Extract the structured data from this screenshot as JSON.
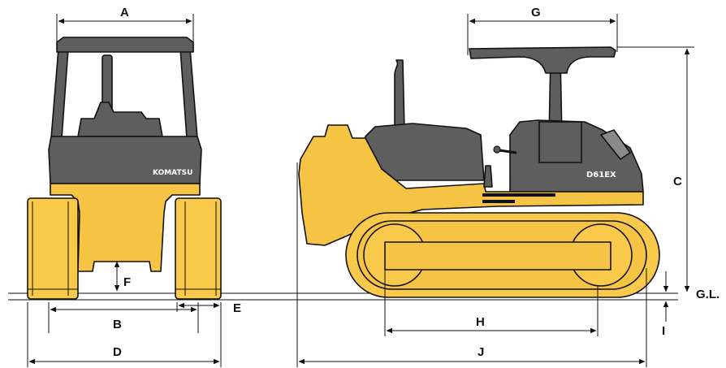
{
  "diagram": {
    "dimension_labels": {
      "a": "A",
      "b": "B",
      "c": "C",
      "d": "D",
      "e": "E",
      "f": "F",
      "g": "G",
      "gl": "G.L.",
      "h": "H",
      "i": "I",
      "j": "J"
    },
    "front_brand": "KOMATSU",
    "side_model": "D61EX"
  },
  "colors": {
    "body_yellow": "#F6C445",
    "cab_gray": "#5E5E5E",
    "track_yellow": "#F8C94A",
    "outline": "#111111"
  }
}
